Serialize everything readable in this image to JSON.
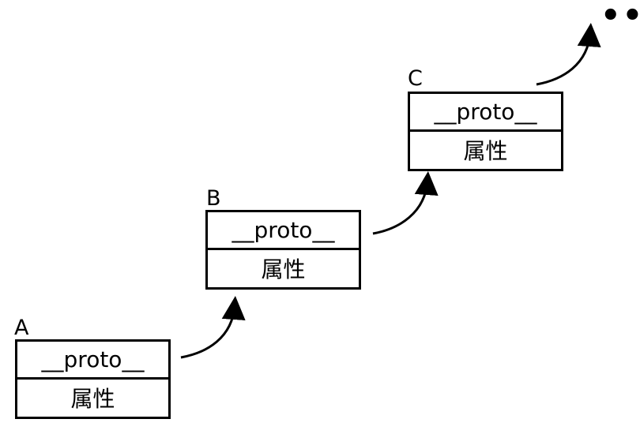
{
  "objects": [
    {
      "label": "A",
      "proto": "__proto__",
      "props": "属性"
    },
    {
      "label": "B",
      "proto": "__proto__",
      "props": "属性"
    },
    {
      "label": "C",
      "proto": "__proto__",
      "props": "属性"
    }
  ],
  "continuation": "•••"
}
